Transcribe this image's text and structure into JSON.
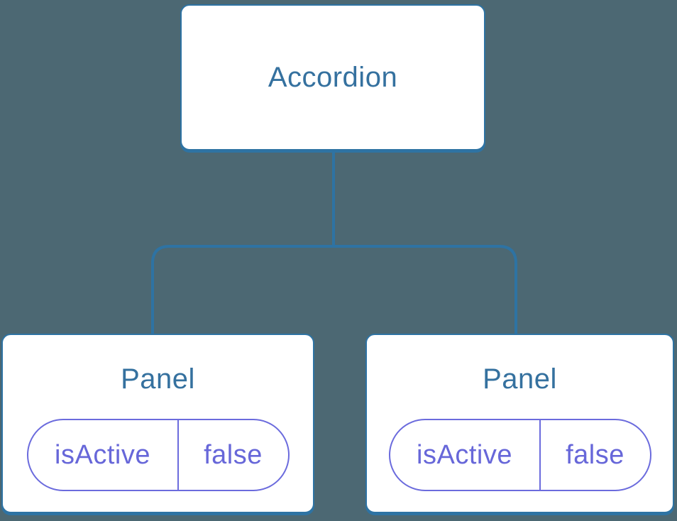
{
  "diagram": {
    "kind": "component-tree",
    "tree": {
      "root": {
        "label": "Accordion"
      },
      "children": [
        {
          "label": "Panel",
          "state": {
            "name": "isActive",
            "value": "false"
          }
        },
        {
          "label": "Panel",
          "state": {
            "name": "isActive",
            "value": "false"
          }
        }
      ]
    }
  },
  "colors": {
    "background": "#4c6873",
    "node_border": "#2e73a3",
    "node_fill": "#ffffff",
    "node_text": "#35719f",
    "connector": "#2e73a3",
    "state_border": "#6b6bdd",
    "state_text": "#6767d9"
  }
}
